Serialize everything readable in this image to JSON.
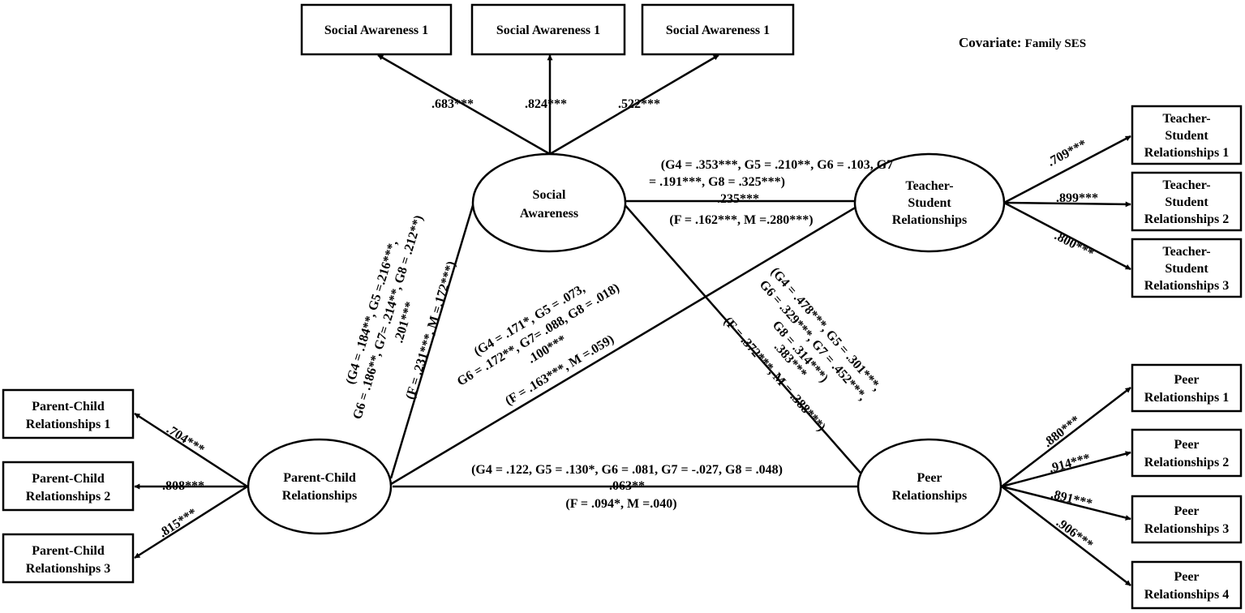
{
  "covariate": {
    "label": "Covariate:",
    "value": "Family SES"
  },
  "latents": {
    "social_awareness": [
      "Social",
      "Awareness"
    ],
    "parent_child": [
      "Parent-Child",
      "Relationships"
    ],
    "teacher_student": [
      "Teacher-",
      "Student",
      "Relationships"
    ],
    "peer": [
      "Peer",
      "Relationships"
    ]
  },
  "indicators": {
    "social_awareness": [
      {
        "label": [
          "Social Awareness 1"
        ],
        "loading": ".683***"
      },
      {
        "label": [
          "Social Awareness 1"
        ],
        "loading": ".824***"
      },
      {
        "label": [
          "Social Awareness 1"
        ],
        "loading": ".522***"
      }
    ],
    "parent_child": [
      {
        "label": [
          "Parent-Child",
          "Relationships 1"
        ],
        "loading": ".704***"
      },
      {
        "label": [
          "Parent-Child",
          "Relationships 2"
        ],
        "loading": ".808***"
      },
      {
        "label": [
          "Parent-Child",
          "Relationships 3"
        ],
        "loading": ".815***"
      }
    ],
    "teacher_student": [
      {
        "label": [
          "Teacher-",
          "Student",
          "Relationships 1"
        ],
        "loading": ".709***"
      },
      {
        "label": [
          "Teacher-",
          "Student",
          "Relationships 2"
        ],
        "loading": ".899***"
      },
      {
        "label": [
          "Teacher-",
          "Student",
          "Relationships 3"
        ],
        "loading": ".800***"
      }
    ],
    "peer": [
      {
        "label": [
          "Peer",
          "Relationships 1"
        ],
        "loading": ".880***"
      },
      {
        "label": [
          "Peer",
          "Relationships 2"
        ],
        "loading": ".914***"
      },
      {
        "label": [
          "Peer",
          "Relationships 3"
        ],
        "loading": ".891***"
      },
      {
        "label": [
          "Peer",
          "Relationships 4"
        ],
        "loading": ".906***"
      }
    ]
  },
  "paths": {
    "pc_to_sa": {
      "grades_1": "(G4 = .184**, G5 =.216***,",
      "grades_2": "G6 = .186**, G7= .214**, G8 = .212**)",
      "coef": ".201***",
      "gender": "(F = .231***, M =.172***)"
    },
    "pc_to_ts": {
      "grades_1": "(G4 = .171*, G5 = .073,",
      "grades_2": "G6 = .172**, G7= .088, G8 = .018)",
      "coef": ".100***",
      "gender": "(F = .163***, M =.059)"
    },
    "pc_to_peer": {
      "grades": "(G4 = .122, G5 = .130*, G6 = .081, G7 = -.027, G8 = .048)",
      "coef": ".063**",
      "gender": "(F = .094*, M =.040)"
    },
    "sa_to_ts": {
      "grades_1": "(G4 = .353***, G5 = .210**, G6 = .103, G7",
      "grades_2": "= .191***, G8 = .325***)",
      "coef": ".235***",
      "gender": "(F = .162***, M =.280***)"
    },
    "sa_to_peer": {
      "grades_1": "(G4 = .478***, G5 = .301***,",
      "grades_2": "G6 = .329***, G7 = .452***,",
      "grades_3": "G8 = .314***)",
      "coef": ".383***",
      "gender": "(F = .372***, M = .388***)"
    }
  }
}
